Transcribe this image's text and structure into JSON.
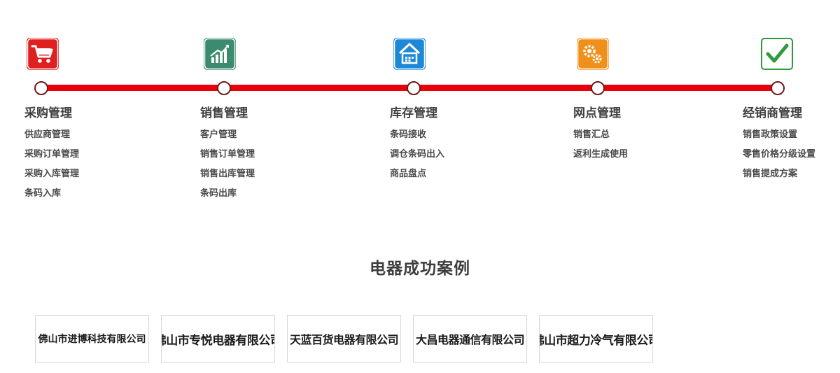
{
  "timeline": {
    "stages": [
      {
        "icon": "shopping-cart-icon",
        "icon_color": "#e02020",
        "title": "采购管理",
        "items": [
          "供应商管理",
          "采购订单管理",
          "采购入库管理",
          "条码入库"
        ]
      },
      {
        "icon": "bar-chart-icon",
        "icon_color": "#3d8b6e",
        "title": "销售管理",
        "items": [
          "客户管理",
          "销售订单管理",
          "销售出库管理",
          "条码出库"
        ]
      },
      {
        "icon": "warehouse-icon",
        "icon_color": "#1e88d8",
        "title": "库存管理",
        "items": [
          "条码接收",
          "调仓条码出入",
          "商品盘点"
        ]
      },
      {
        "icon": "gears-icon",
        "icon_color": "#f0901a",
        "title": "网点管理",
        "items": [
          "销售汇总",
          "返利生成使用"
        ]
      },
      {
        "icon": "checkmark-icon",
        "icon_color": "#2e9a3c",
        "title": "经销商管理",
        "items": [
          "销售政策设置",
          "零售价格分级设置",
          "销售提成方案"
        ]
      }
    ],
    "line_color": "#e8000a"
  },
  "cases": {
    "title": "电器成功案例",
    "companies": [
      "佛山市进博科技有限公司",
      "佛山市专悦电器有限公司",
      "天蓝百货电器有限公司",
      "大昌电器通信有限公司",
      "佛山市超力冷气有限公司"
    ]
  }
}
